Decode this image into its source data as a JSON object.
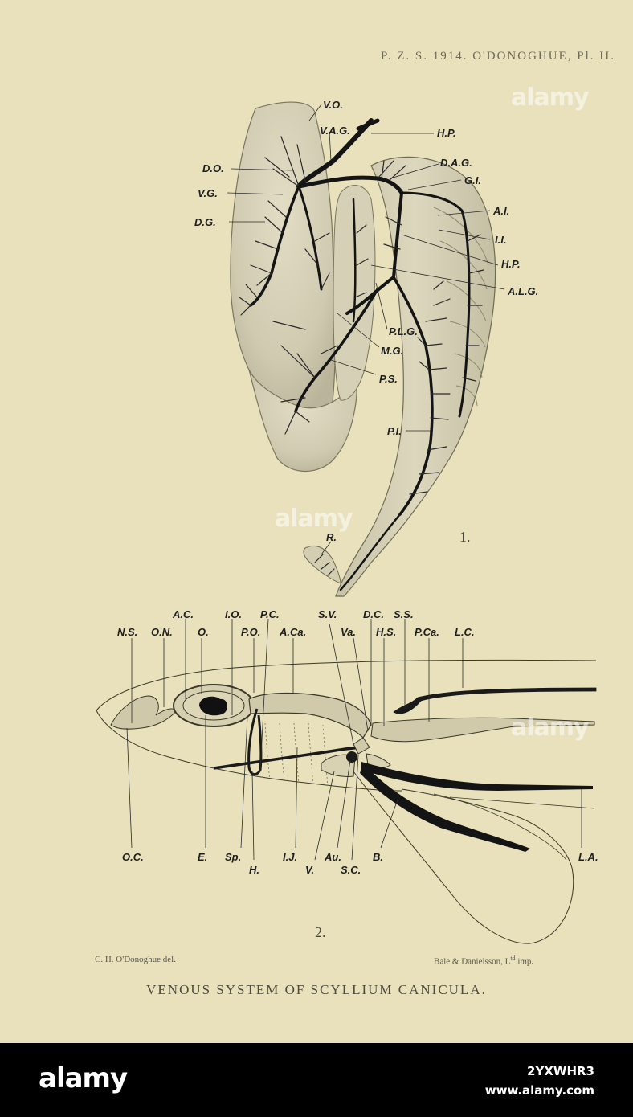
{
  "header": {
    "plate_reference": "P. Z. S. 1914. O'DONOGHUE, Pl. II."
  },
  "figure1": {
    "number": "1.",
    "labels": {
      "vo": "V.O.",
      "vag": "V.A.G.",
      "hp": "H.P.",
      "dag": "D.A.G.",
      "do": "D.O.",
      "gi": "G.I.",
      "vg": "V.G.",
      "ai": "A.I.",
      "dg": "D.G.",
      "ii": "I.I.",
      "hp2": "H.P.",
      "alg": "A.L.G.",
      "plg": "P.L.G.",
      "mg": "M.G.",
      "ps": "P.S.",
      "pi": "P.I.",
      "r": "R."
    }
  },
  "figure2": {
    "number": "2.",
    "labels": {
      "ac": "A.C.",
      "io": "I.O.",
      "pc": "P.C.",
      "sv": "S.V.",
      "dc": "D.C.",
      "ss": "S.S.",
      "ns": "N.S.",
      "on": "O.N.",
      "o": "O.",
      "po": "P.O.",
      "aca": "A.Ca.",
      "va": "Va.",
      "hs": "H.S.",
      "pca": "P.Ca.",
      "lc": "L.C.",
      "oc": "O.C.",
      "e": "E.",
      "sp": "Sp.",
      "h": "H.",
      "ij": "I.J.",
      "v": "V.",
      "au": "Au.",
      "sc": "S.C.",
      "b": "B.",
      "la": "L.A."
    }
  },
  "credits": {
    "artist": "C. H. O'Donoghue del.",
    "printer_name": "Bale & Danielsson, L",
    "printer_sup": "td",
    "printer_suffix": " imp."
  },
  "caption": "VENOUS SYSTEM OF SCYLLIUM CANICULA.",
  "watermark": {
    "text": "alamy"
  },
  "footer": {
    "logo": "alamy",
    "image_id": "2YXWHR3",
    "url": "www.alamy.com"
  },
  "colors": {
    "paper": "#e8e1bb",
    "ink": "#1e1e1e",
    "footer": "#000000"
  }
}
